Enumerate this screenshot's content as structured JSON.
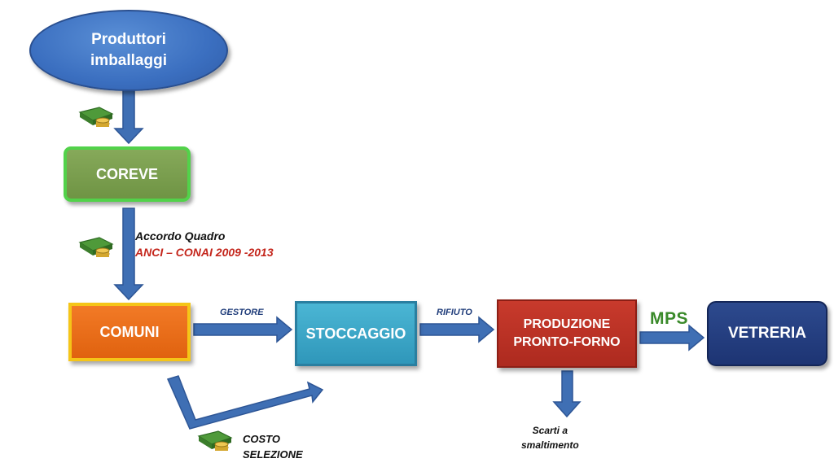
{
  "nodes": {
    "produttori": [
      "Produttori",
      "imballaggi"
    ],
    "coreve": "COREVE",
    "comuni": "COMUNI",
    "stoccaggio": "STOCCAGGIO",
    "produzione": [
      "PRODUZIONE",
      "PRONTO-FORNO"
    ],
    "vetreria": "VETRERIA"
  },
  "labels": {
    "accordo": "Accordo Quadro",
    "anci": "ANCI – CONAI 2009 -2013",
    "gestore": "GESTORE",
    "rifiuto": "RIFIUTO",
    "mps": "MPS",
    "costo": [
      "COSTO",
      "SELEZIONE"
    ],
    "scarti": [
      "Scarti a",
      "smaltimento"
    ]
  },
  "icons": [
    "money-icon",
    "money-icon",
    "money-icon"
  ],
  "colors": {
    "arrow": "#3f6fb4",
    "produttori": "#3b6fc0",
    "coreve": "#6f9444",
    "coreve_border": "#52d24a",
    "comuni": "#e0620f",
    "comuni_border": "#f5c518",
    "stoccaggio": "#2f97ba",
    "produzione": "#ad2a1f",
    "vetreria": "#1d3473",
    "accent_red": "#c4261c",
    "mps_green": "#3a8a2a"
  }
}
